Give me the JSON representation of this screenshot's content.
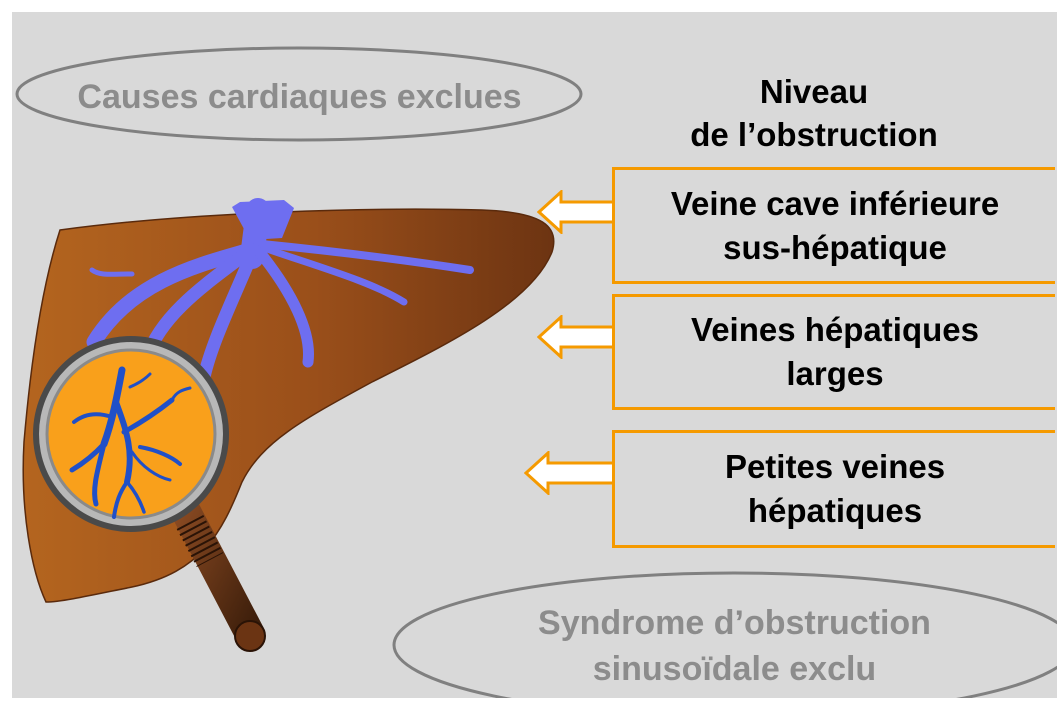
{
  "ovals": {
    "cardiac": "Causes cardiaques exclues",
    "sinusoidal_line1": "Syndrome d’obstruction",
    "sinusoidal_line2": "sinusoïdale exclu"
  },
  "heading": {
    "line1": "Niveau",
    "line2": "de l’obstruction"
  },
  "levels": [
    {
      "line1": "Veine cave inférieure",
      "line2": "sus-hépatique"
    },
    {
      "line1": "Veines hépatiques",
      "line2": "larges"
    },
    {
      "line1": "Petites veines",
      "line2": "hépatiques"
    }
  ],
  "colors": {
    "background": "#d9d9d9",
    "liver": "#a0521d",
    "veins": "#6e6ef0",
    "lens": "#f9a01b",
    "box_border": "#f59a00",
    "muted_text": "#8c8c8c"
  },
  "icons": [
    "liver-illustration",
    "magnifying-glass-icon",
    "arrow-left-icon"
  ]
}
